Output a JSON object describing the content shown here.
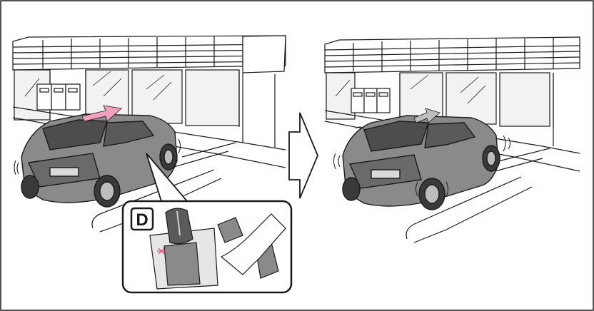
{
  "illustration": {
    "gear_indicator_label": "D",
    "colors": {
      "stroke": "#1a1a1a",
      "glass": "#f2f2f2",
      "car_body": "#8a8a8a",
      "car_dark": "#4d4d4d",
      "ground": "#ffffff",
      "arrow_forward": "#f2a0c0",
      "arrow_stop": "#bdbdbd",
      "spark": "#e0457b"
    },
    "panels": [
      {
        "name": "before",
        "description_hidden": true
      },
      {
        "name": "after",
        "description_hidden": true
      }
    ]
  }
}
